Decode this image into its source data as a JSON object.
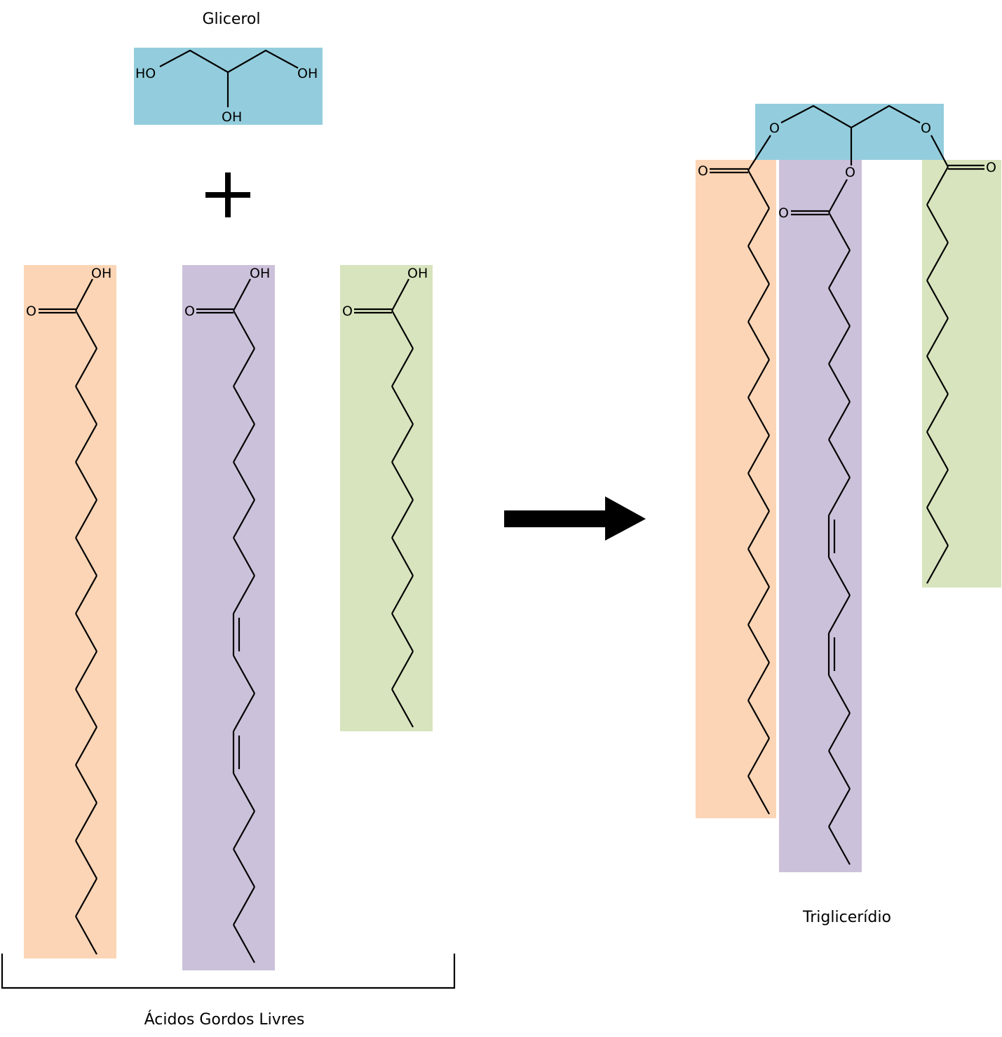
{
  "labels": {
    "glycerol": "Glicerol",
    "triglyceride": "Triglicerídio",
    "free_fatty_acids": "Ácidos Gordos Livres"
  },
  "atoms": {
    "ho": "HO",
    "oh": "OH",
    "o": "O"
  },
  "colors": {
    "glycerol": "#93CDDD",
    "saturated_acid_1": "#FBD5B5",
    "unsaturated_acid": "#CCC1DA",
    "saturated_acid_2": "#D7E4BD"
  },
  "operators": {
    "plus": "+",
    "reaction_arrow": "right-arrow-icon"
  }
}
